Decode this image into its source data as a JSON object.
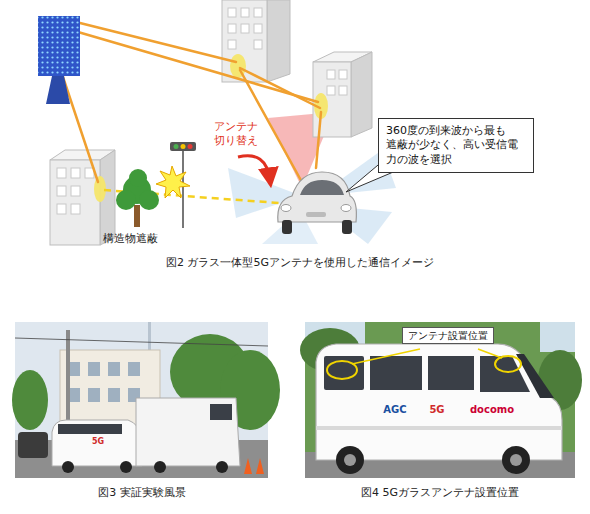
{
  "diagram": {
    "nodes": [
      {
        "text": [
          "360度の到来波から最も 遮蔽が少なく、高い受信電 力の波を選択"
        ]
      },
      {
        "text": [
          "アンテナ設置位置"
        ]
      }
    ],
    "labels": [
      "アンテナ 切り替え",
      "構造物遮蔽",
      "図2 ガラス一体型5Gアンテナを使用した通信イメージ",
      "図3 実証実験風景",
      "図4 5Gガラスアンテナ設置位置",
      "5G",
      "AGC",
      "5G",
      "docomo"
    ]
  }
}
